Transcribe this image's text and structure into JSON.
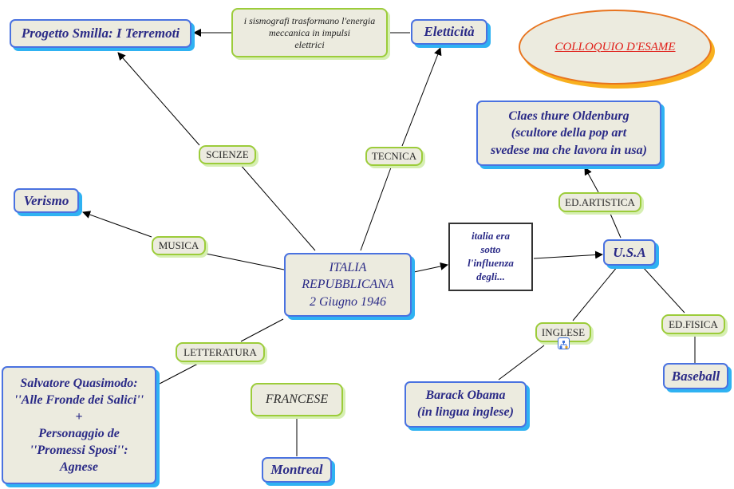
{
  "title": "COLLOQUIO D'ESAME",
  "colors": {
    "concept_border": "#4a72e0",
    "concept_shadow": "#2fb2f2",
    "concept_text": "#2b2b87",
    "link_border": "#9ccc3a",
    "node_fill": "#ecebdf",
    "title_text": "#e0201a",
    "title_border": "#e8741f"
  },
  "concepts": {
    "central": "ITALIA\nREPUBBLICANA\n2 Giugno 1946",
    "progetto": "Progetto Smilla: I Terremoti",
    "elettricita": "Eletticità",
    "verismo": "Verismo",
    "oldenburg": "Claes thure Oldenburg\n(scultore della pop art\nsvedese ma che lavora in usa)",
    "usa": "U.S.A",
    "baseball": "Baseball",
    "obama": "Barack Obama\n(in lingua inglese)",
    "quasimodo": "Salvatore Quasimodo:\n''Alle Fronde dei Salici''\n+\nPersonaggio de\n''Promessi Sposi'':\nAgnese",
    "montreal": "Montreal"
  },
  "links": {
    "scienze": "SCIENZE",
    "tecnica": "TECNICA",
    "musica": "MUSICA",
    "letteratura": "LETTERATURA",
    "francese": "FRANCESE",
    "edartistica": "ED.ARTISTICA",
    "inglese": "INGLESE",
    "edfisica": "ED.FISICA"
  },
  "notes": {
    "sismografi": "i sismografi trasformano l'energia\nmeccanica in impulsi\nelettrici",
    "influenza": "italia era\nsotto\nl'influenza\ndegli..."
  },
  "icons": {
    "submap": "nested-map-icon"
  }
}
